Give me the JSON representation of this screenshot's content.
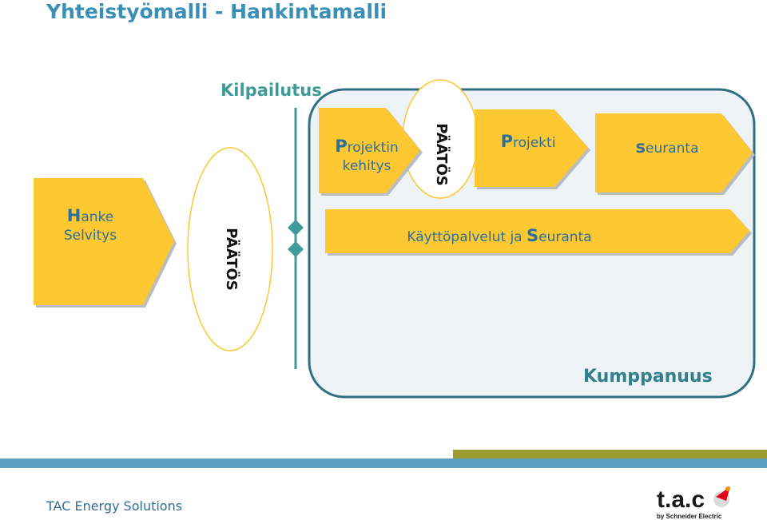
{
  "title": "Yhteistyömalli - Hankintamalli",
  "competition_label": "Kilpailutus",
  "partnership_label": "Kumppanuus",
  "decision_label": "PÄÄTÖS",
  "chevrons": {
    "hanke": {
      "line1_cap": "H",
      "line1_rest": "anke",
      "line2": "Selvitys"
    },
    "projektin_kehitys": {
      "line1_cap": "P",
      "line1_rest": "rojektin",
      "line2": "kehitys"
    },
    "projekti": {
      "cap": "P",
      "rest": "rojekti"
    },
    "seuranta": {
      "cap": "s",
      "rest": "euranta"
    },
    "kayttopalvelut": {
      "prefix": "Käyttöpalvelut ja ",
      "cap": "S",
      "rest": "euranta"
    }
  },
  "footer": {
    "company": "TAC Energy Solutions"
  },
  "logo": {
    "brand": "t.a.c",
    "sub": "by Schneider Electric"
  },
  "colors": {
    "chevron_fill": "#fec833",
    "chevron_shadow": "#b9bcc1",
    "accent_teal": "#3f9a9a",
    "partnership_panel": "#eef3f7",
    "panel_border": "#2f6f80",
    "footer_bar_blue": "#5a9fc0",
    "footer_bar_olive": "#9a9a2f"
  }
}
